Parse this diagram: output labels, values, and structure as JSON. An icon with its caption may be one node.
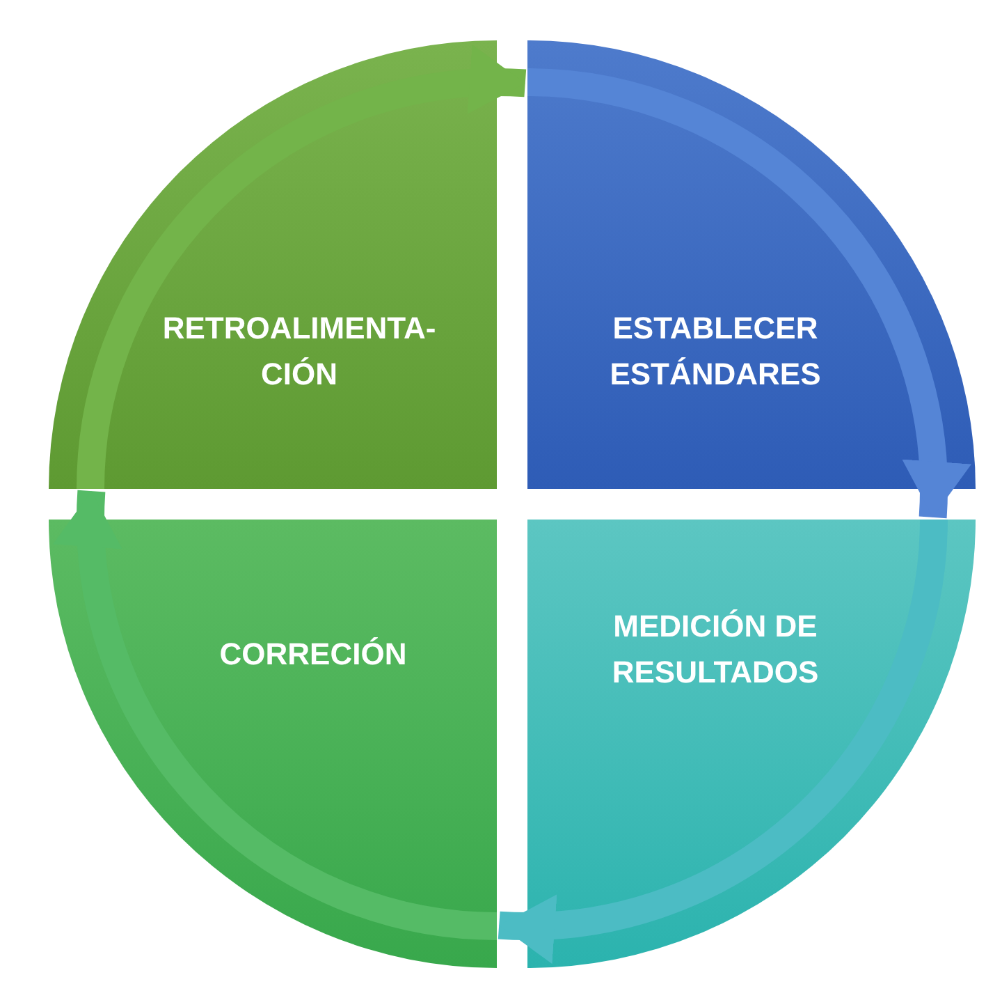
{
  "diagram": {
    "nodes": [
      {
        "text": [
          "RETROALIMENTA- CIÓN"
        ]
      },
      {
        "text": [
          "ESTABLECER ESTÁNDARES"
        ]
      },
      {
        "text": [
          "CORRECIÓN"
        ]
      },
      {
        "text": [
          "MEDICIÓN DE RESULTADOS"
        ]
      }
    ],
    "edges": [
      {
        "from": 0,
        "to": 1,
        "arrow": "to",
        "color": "#73b44a"
      },
      {
        "from": 1,
        "to": 3,
        "arrow": "to",
        "color": "#5585d6"
      },
      {
        "from": 3,
        "to": 2,
        "arrow": "to",
        "color": "#4cbcc4"
      },
      {
        "from": 2,
        "to": 0,
        "arrow": "to",
        "color": "#55bb66"
      }
    ]
  }
}
